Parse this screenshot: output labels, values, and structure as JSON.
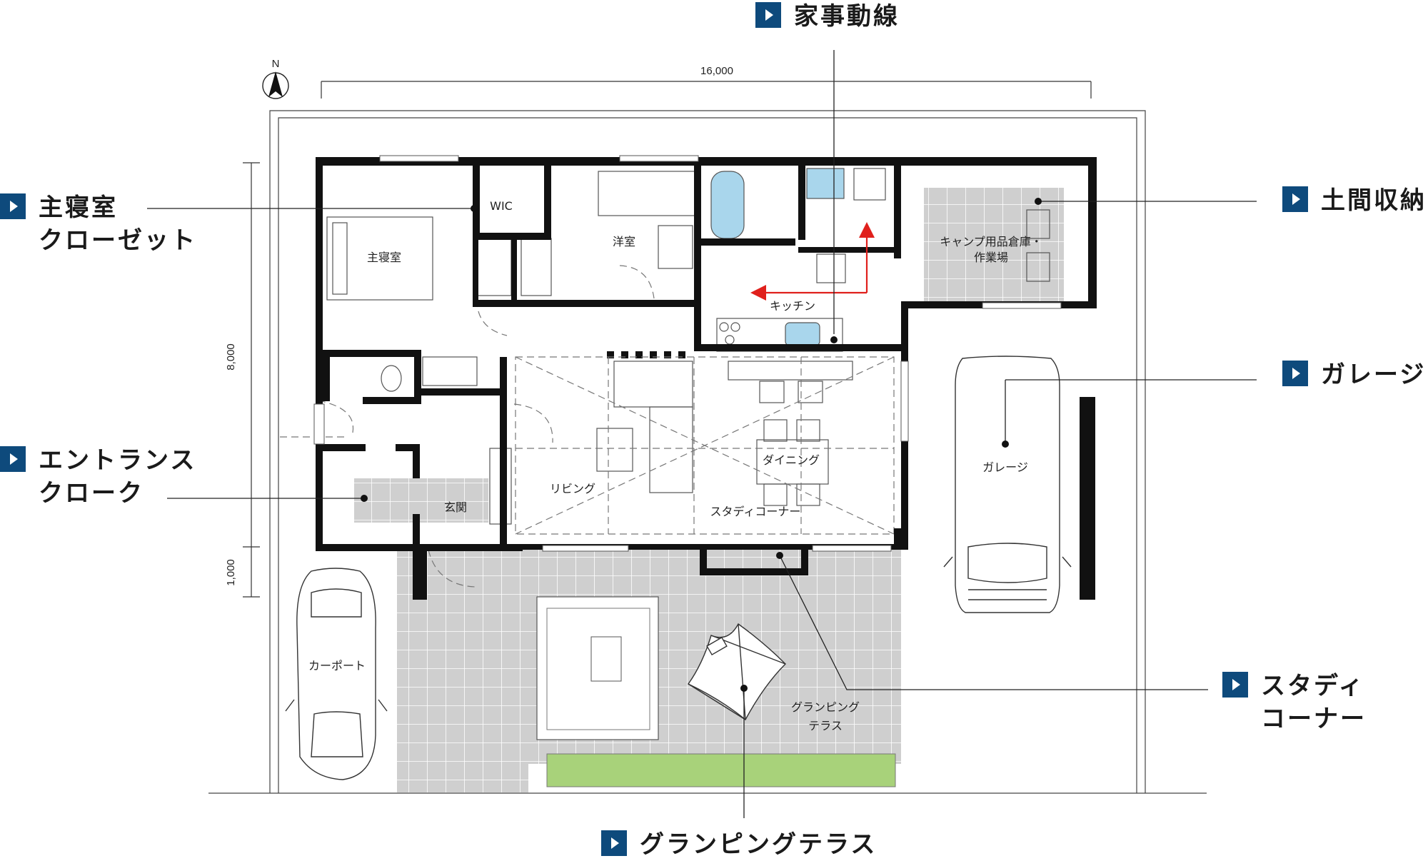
{
  "callouts": {
    "kaji": [
      "家事動線"
    ],
    "shushinshitsu": [
      "主寝室",
      "クローゼット"
    ],
    "doma": [
      "土間収納"
    ],
    "garage": [
      "ガレージ"
    ],
    "entrance": [
      "エントランス",
      "クローク"
    ],
    "study": [
      "スタディ",
      "コーナー"
    ],
    "glamping": [
      "グランピングテラス"
    ]
  },
  "rooms": {
    "wic": "WIC",
    "shushinshitsu": "主寝室",
    "yoshitsu": "洋室",
    "kitchen": "キッチン",
    "camp_1": "キャンプ用品倉庫・",
    "camp_2": "作業場",
    "garage": "ガレージ",
    "genkan": "玄関",
    "living": "リビング",
    "dining": "ダイニング",
    "study": "スタディコーナー",
    "carport": "カーポート",
    "terrace_1": "グランピング",
    "terrace_2": "テラス"
  },
  "dimensions": {
    "width": "16,000",
    "depth": "8,000",
    "setback": "1,000",
    "north": "N"
  },
  "colors": {
    "wall": "#111111",
    "tile": "#c8c8c8",
    "lawn": "#a8d27a",
    "accent": "#0e4a7c",
    "flow_arrow": "#e0201c"
  }
}
